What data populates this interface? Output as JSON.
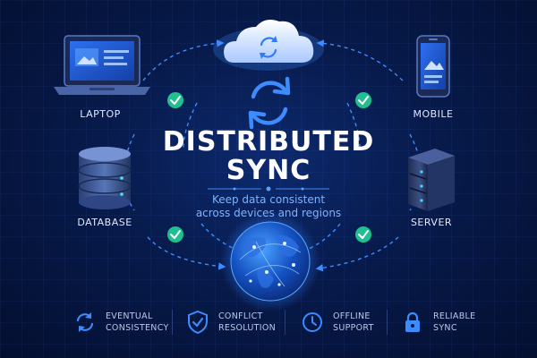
{
  "title": {
    "line1": "DISTRIBUTED",
    "line2": "SYNC"
  },
  "subtitle": {
    "line1": "Keep data consistent",
    "line2": "across devices and regions"
  },
  "nodes": {
    "laptop": "LAPTOP",
    "mobile": "MOBILE",
    "database": "DATABASE",
    "server": "SERVER"
  },
  "features": [
    {
      "icon": "refresh-icon",
      "line1": "EVENTUAL",
      "line2": "CONSISTENCY"
    },
    {
      "icon": "shield-check-icon",
      "line1": "CONFLICT",
      "line2": "RESOLUTION"
    },
    {
      "icon": "clock-icon",
      "line1": "OFFLINE",
      "line2": "SUPPORT"
    },
    {
      "icon": "lock-icon",
      "line1": "RELIABLE",
      "line2": "SYNC"
    }
  ],
  "colors": {
    "accent": "#3d8bff",
    "check": "#1fbf8f",
    "background": "#071a4a"
  }
}
